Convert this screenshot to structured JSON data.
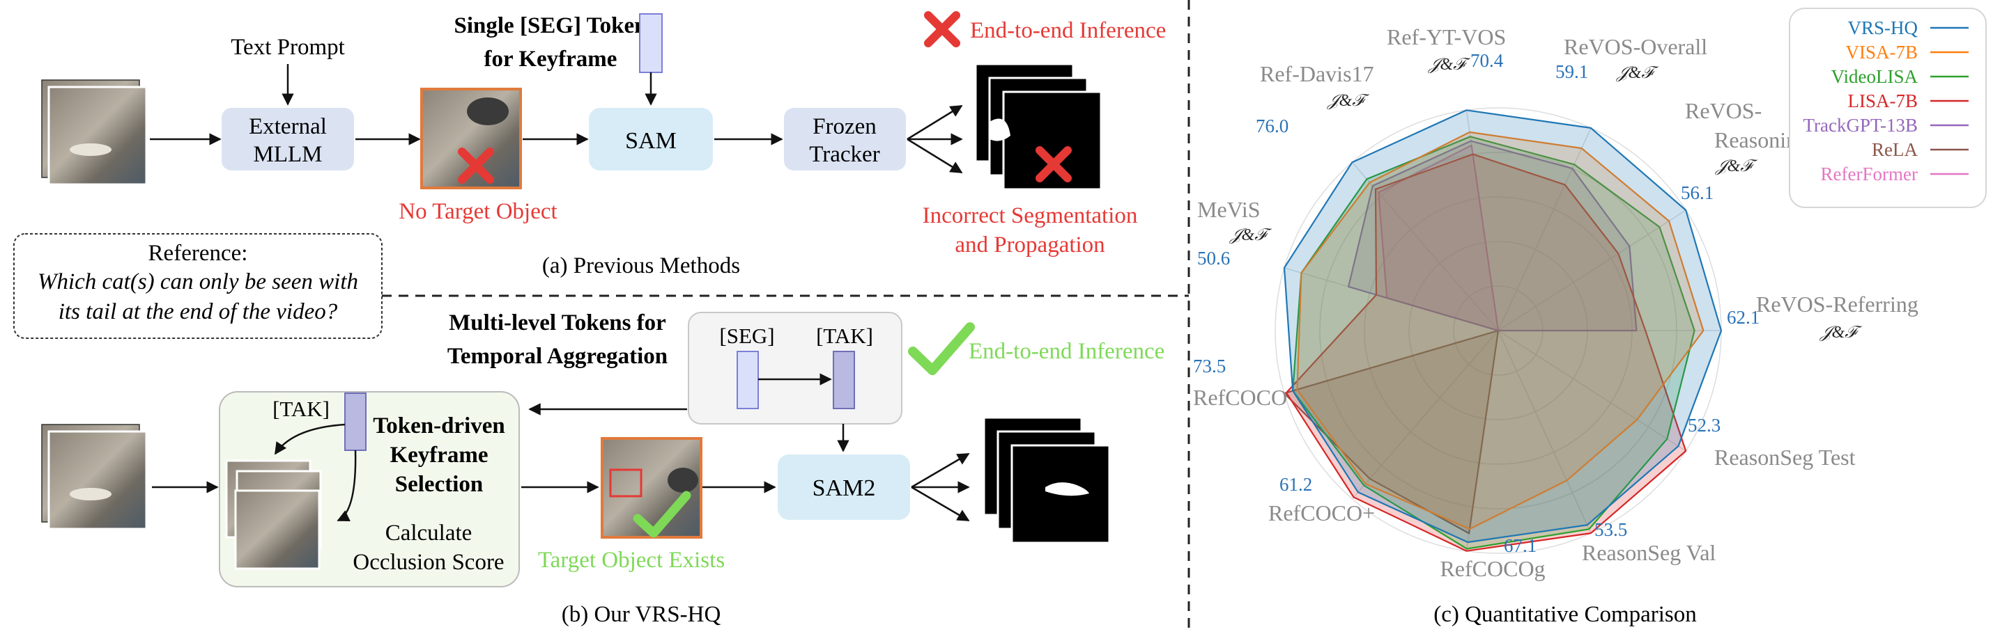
{
  "colors": {
    "vrs_hq": "#1f77b4",
    "visa_7b": "#ff7f0e",
    "videolisa": "#2ca02c",
    "lisa_7b": "#d62728",
    "trackgpt_13b": "#9467bd",
    "rela": "#8c564b",
    "referformer": "#e377c2",
    "red_text": "#e53935",
    "green_text": "#7ed957",
    "blue_value": "#2a72b5",
    "gray_label": "#8a8a8a",
    "box_blue": "#dbe3f3",
    "box_cyan": "#d7ecf6",
    "token_purple": "#c9c9ef"
  },
  "section_a": {
    "text_prompt": "Text Prompt",
    "seg_title_line1": "Single [SEG] Token",
    "seg_title_line2": "for Keyframe",
    "external_mllm_line1": "External",
    "external_mllm_line2": "MLLM",
    "sam": "SAM",
    "frozen_line1": "Frozen",
    "frozen_line2": "Tracker",
    "no_target": "No Target Object",
    "e2e_inference": "End-to-end Inference",
    "incorrect_line1": "Incorrect Segmentation",
    "incorrect_line2": "and Propagation",
    "caption": "(a) Previous Methods"
  },
  "reference": {
    "title": "Reference:",
    "line1": "Which cat(s) can only be seen with",
    "line2": "its tail at the end of the video?"
  },
  "section_b": {
    "multi_line1": "Multi-level Tokens for",
    "multi_line2": "Temporal Aggregation",
    "seg_token": "[SEG]",
    "tak_token": "[TAK]",
    "tak_small": "[TAK]",
    "e2e_inference": "End-to-end Inference",
    "token_driven_line1": "Token-driven",
    "token_driven_line2": "Keyframe",
    "token_driven_line3": "Selection",
    "calc_line1": "Calculate",
    "calc_line2": "Occlusion Score",
    "target_exists": "Target Object Exists",
    "sam2": "SAM2",
    "caption": "(b) Our VRS-HQ"
  },
  "chart_data": {
    "type": "radar",
    "caption": "(c) Quantitative Comparison",
    "metric_symbol": "𝒥&ℱ",
    "axes": [
      {
        "label": [
          "ReVOS-Referring"
        ],
        "metric": true,
        "top": 62.1
      },
      {
        "label": [
          "ReasonSeg Test"
        ],
        "metric": false,
        "top": 52.3
      },
      {
        "label": [
          "ReasonSeg Val"
        ],
        "metric": false,
        "top": 53.5
      },
      {
        "label": [
          "RefCOCOg"
        ],
        "metric": false,
        "top": 67.1
      },
      {
        "label": [
          "RefCOCO+"
        ],
        "metric": false,
        "top": 61.2
      },
      {
        "label": [
          "RefCOCO"
        ],
        "metric": false,
        "top": 73.5
      },
      {
        "label": [
          "MeViS"
        ],
        "metric": true,
        "top": 50.6
      },
      {
        "label": [
          "Ref-Davis17"
        ],
        "metric": true,
        "top": 76.0
      },
      {
        "label": [
          "Ref-YT-VOS"
        ],
        "metric": true,
        "top": 70.4
      },
      {
        "label": [
          "ReVOS-Overall"
        ],
        "metric": true,
        "top": 59.1
      },
      {
        "label": [
          "ReVOS-",
          "Reasoning"
        ],
        "metric": true,
        "top": 56.1
      }
    ],
    "series": [
      {
        "name": "VRS-HQ",
        "color": "#1f77b4",
        "values": [
          1.0,
          0.96,
          0.96,
          0.96,
          0.96,
          0.96,
          1.0,
          1.0,
          1.0,
          1.0,
          1.0
        ]
      },
      {
        "name": "VISA-7B",
        "color": "#ff7f0e",
        "values": [
          0.92,
          0.74,
          0.74,
          0.9,
          0.91,
          0.94,
          0.92,
          0.88,
          0.9,
          0.9,
          0.91
        ]
      },
      {
        "name": "VideoLISA",
        "color": "#2ca02c",
        "values": [
          0.88,
          0.9,
          0.98,
          0.99,
          0.92,
          0.96,
          0.92,
          0.9,
          0.88,
          0.82,
          0.86
        ]
      },
      {
        "name": "LISA-7B",
        "color": "#d62728",
        "values": [
          0.66,
          1.0,
          1.0,
          1.0,
          0.99,
          0.99,
          0.57,
          0.84,
          0.8,
          0.72,
          0.64
        ]
      },
      {
        "name": "TrackGPT-13B",
        "color": "#9467bd",
        "values": [
          0.62,
          0.0,
          0.0,
          0.0,
          0.0,
          0.0,
          0.7,
          0.86,
          0.86,
          0.8,
          0.7
        ]
      },
      {
        "name": "ReLA",
        "color": "#8c564b",
        "values": [
          0.0,
          0.0,
          0.0,
          0.92,
          0.88,
          1.0,
          0.0,
          0.0,
          0.0,
          0.0,
          0.0
        ]
      },
      {
        "name": "ReferFormer",
        "color": "#e377c2",
        "values": [
          0.0,
          0.0,
          0.0,
          0.0,
          0.0,
          0.0,
          0.52,
          0.82,
          0.84,
          0.0,
          0.0
        ]
      }
    ]
  }
}
